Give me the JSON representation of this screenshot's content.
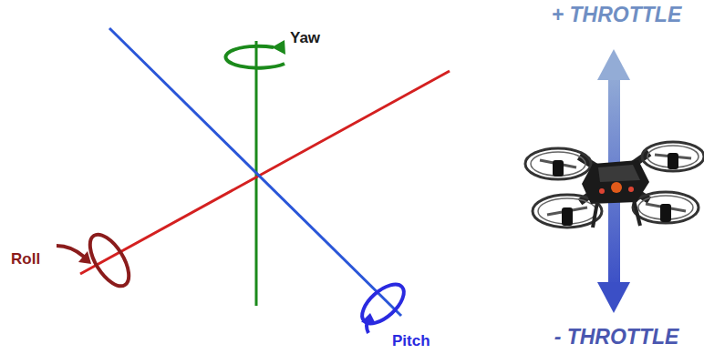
{
  "diagram": {
    "labels": [
      "Yaw",
      "Roll",
      "Pitch",
      "+ THROTTLE",
      "- THROTTLE"
    ]
  }
}
